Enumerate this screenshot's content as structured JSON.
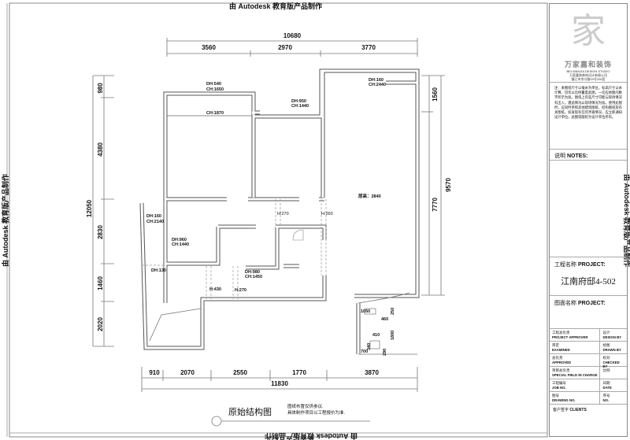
{
  "watermark": "由 Autodesk 教育版产品制作",
  "dimensions": {
    "top_total": "10680",
    "top_segments": [
      "3560",
      "2970",
      "3770"
    ],
    "left_total": "12050",
    "left_segments": [
      "980",
      "4380",
      "2830",
      "1460",
      "2020"
    ],
    "right_total": "9570",
    "right_segments": [
      "1560",
      "7770"
    ],
    "bottom_total": "11830",
    "bottom_segments": [
      "910",
      "2070",
      "2550",
      "1770",
      "3870"
    ],
    "small": [
      "1050",
      "460",
      "250",
      "410",
      "1800",
      "340",
      "700",
      "290"
    ]
  },
  "labels": {
    "w1_dh": "DH:540",
    "w1_ch": "CH:1650",
    "w2_ch": "CH:1870",
    "w3_dh": "DH:950",
    "w3_ch": "CH:1440",
    "w4_dh": "DH:160",
    "w4_ch": "CH:2440",
    "ceiling": "层高：2840",
    "h1": "H:270",
    "h2": "H:260",
    "w5_dh": "DH:160",
    "w5_ch": "CH:2140",
    "w6_dh": "DH:960",
    "w6_ch": "CH:1440",
    "dh130": "DH:130",
    "w7_dh": "DH:980",
    "w7_ch": "CH:1450",
    "h3": "H:430",
    "h4": "H:270"
  },
  "footer": {
    "title": "原始结构图",
    "note1": "图纸布置仅供参议.",
    "note2": "具体制作项目以工程报价为准."
  },
  "title_block": {
    "logo_text": "万家嘉和装饰",
    "logo_sub": "BEI WANJIA DESIGN STUDIO",
    "company": "万家嘉和装饰设计有限公司",
    "address": "镇江市京口路00号206室",
    "note": "注：本图纸尺寸以毫米为单位，标高尺寸以米计算，切勿以比例量度此图，一切应依图内数字所示为准。图纸上有些尺寸可能与现场情况有出入，遇此情况以现场情况为准。使用此图时，应同时参照其他建筑图纸、结构图纸及有关图纸，如发现有任何矛盾情况，应立即通知设计单位。此图纸版权为设计单位所有。",
    "notes_label_cn": "说明",
    "notes_label_en": "NOTES:",
    "project_label_cn": "工程名称",
    "project_label_en": "PROJECT:",
    "project_name": "江南府邸4-502",
    "drawing_label_cn": "图面名称",
    "drawing_label_en": "PROJECT:",
    "fields": [
      {
        "cn": "工程总负责",
        "en": "PROJECT APPROVER"
      },
      {
        "cn": "设计",
        "en": "DESIGN BY"
      },
      {
        "cn": "审定",
        "en": "EXAMINED"
      },
      {
        "cn": "绘图",
        "en": "DRAWN BY"
      },
      {
        "cn": "总负责",
        "en": "APPROVED"
      },
      {
        "cn": "校对",
        "en": "CHECKED BY"
      },
      {
        "cn": "项目总负责",
        "en": "SPECIAL FIELD IN CHARGE"
      },
      {
        "cn": "比例",
        "en": ""
      },
      {
        "cn": "工程编号",
        "en": "JOB NO."
      },
      {
        "cn": "日期",
        "en": "DATE"
      },
      {
        "cn": "图号",
        "en": "DRAWING NO."
      },
      {
        "cn": "序号",
        "en": "NO."
      }
    ],
    "client_cn": "客户签字",
    "client_en": "CLIENTS"
  }
}
